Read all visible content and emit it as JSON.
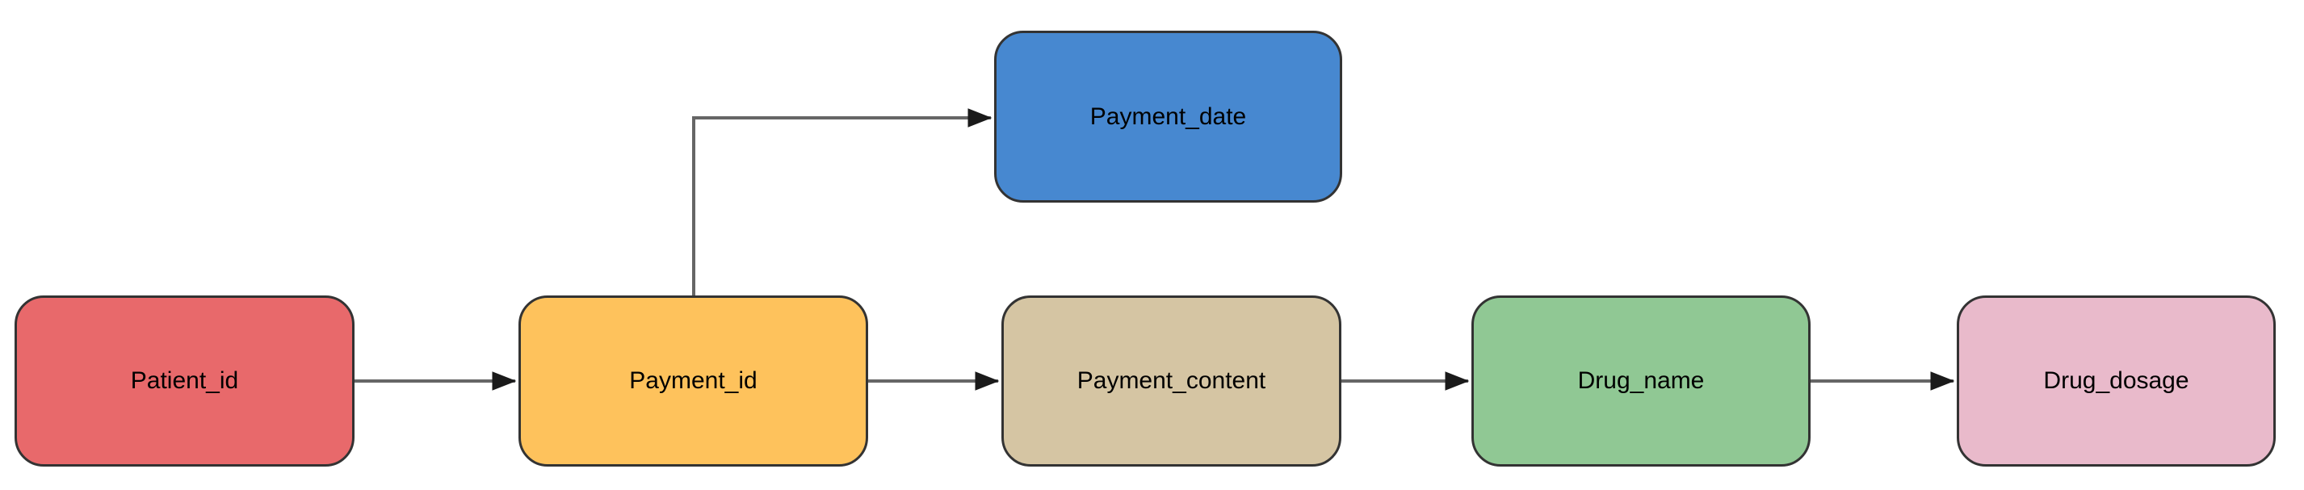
{
  "diagram": {
    "type": "flowchart",
    "nodes": [
      {
        "id": "patient_id",
        "label": "Patient_id",
        "fill": "#e8696b"
      },
      {
        "id": "payment_id",
        "label": "Payment_id",
        "fill": "#fec25c"
      },
      {
        "id": "payment_date",
        "label": "Payment_date",
        "fill": "#4788d0"
      },
      {
        "id": "payment_content",
        "label": "Payment_content",
        "fill": "#d5c5a3"
      },
      {
        "id": "drug_name",
        "label": "Drug_name",
        "fill": "#90c894"
      },
      {
        "id": "drug_dosage",
        "label": "Drug_dosage",
        "fill": "#e9bacb"
      }
    ],
    "edges": [
      {
        "from": "Patient_id",
        "to": "Payment_id",
        "shape": "straight-arrow"
      },
      {
        "from": "Payment_id",
        "to": "Payment_date",
        "shape": "elbow-arrow"
      },
      {
        "from": "Payment_id",
        "to": "Payment_content",
        "shape": "straight-arrow"
      },
      {
        "from": "Payment_content",
        "to": "Drug_name",
        "shape": "straight-arrow"
      },
      {
        "from": "Drug_name",
        "to": "Drug_dosage",
        "shape": "straight-arrow"
      }
    ],
    "colors": {
      "node_border": "#333333",
      "edge_line": "#666666",
      "arrowhead": "#1a1a1a",
      "label_text": "#000000",
      "background": "#ffffff"
    }
  }
}
